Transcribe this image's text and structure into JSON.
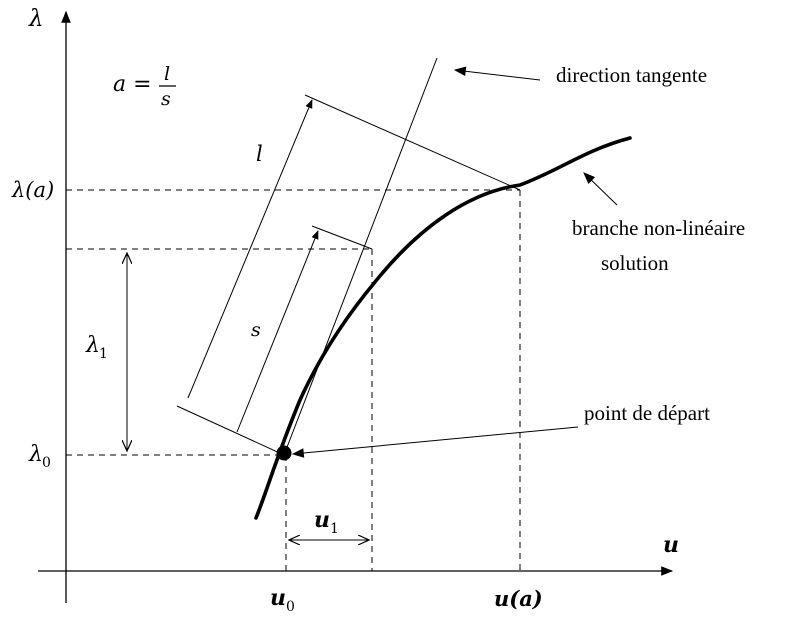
{
  "axes": {
    "y_label": "λ",
    "x_label": "u"
  },
  "formula": {
    "lhs": "a =",
    "numerator": "l",
    "denominator": "s"
  },
  "labels": {
    "l": "l",
    "s": "s",
    "lambda_a": "λ(a)",
    "lambda_1": "λ",
    "lambda_1_sub": "1",
    "lambda_0": "λ",
    "lambda_0_sub": "0",
    "u1": "u",
    "u1_sub": "1",
    "u0": "u",
    "u0_sub": "0",
    "ua": "u(a)"
  },
  "annotations": {
    "direction": "direction tangente",
    "branch_line1": "branche non-linéaire",
    "branch_line2": "solution",
    "start_point": "point de départ"
  }
}
